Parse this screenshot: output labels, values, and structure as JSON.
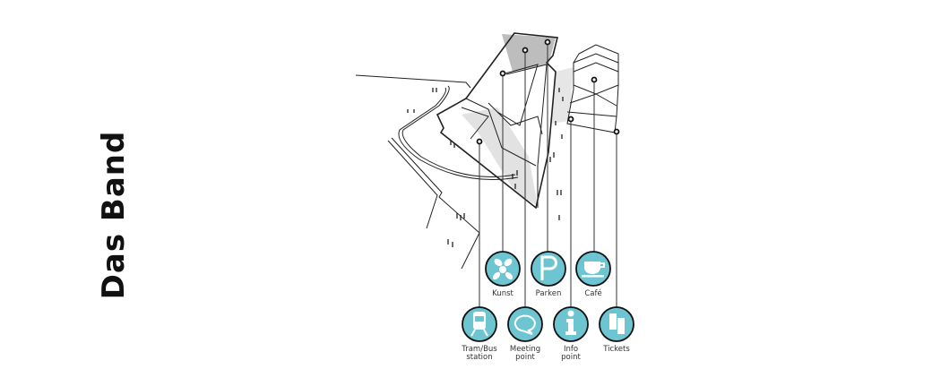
{
  "title": "Das Band",
  "accent_color": "#6cc5d1",
  "pois": [
    {
      "id": "kunst",
      "label": [
        "Kunst"
      ],
      "icon": "balloon-dog-icon"
    },
    {
      "id": "parken",
      "label": [
        "Parken"
      ],
      "icon": "parking-icon"
    },
    {
      "id": "cafe",
      "label": [
        "Café"
      ],
      "icon": "coffee-cup-icon"
    },
    {
      "id": "tram",
      "label": [
        "Tram/Bus",
        "station"
      ],
      "icon": "tram-icon"
    },
    {
      "id": "meeting",
      "label": [
        "Meeting",
        "point"
      ],
      "icon": "speech-bubble-icon"
    },
    {
      "id": "info",
      "label": [
        "Info",
        "point"
      ],
      "icon": "info-icon"
    },
    {
      "id": "tickets",
      "label": [
        "Tickets"
      ],
      "icon": "tickets-icon"
    }
  ]
}
